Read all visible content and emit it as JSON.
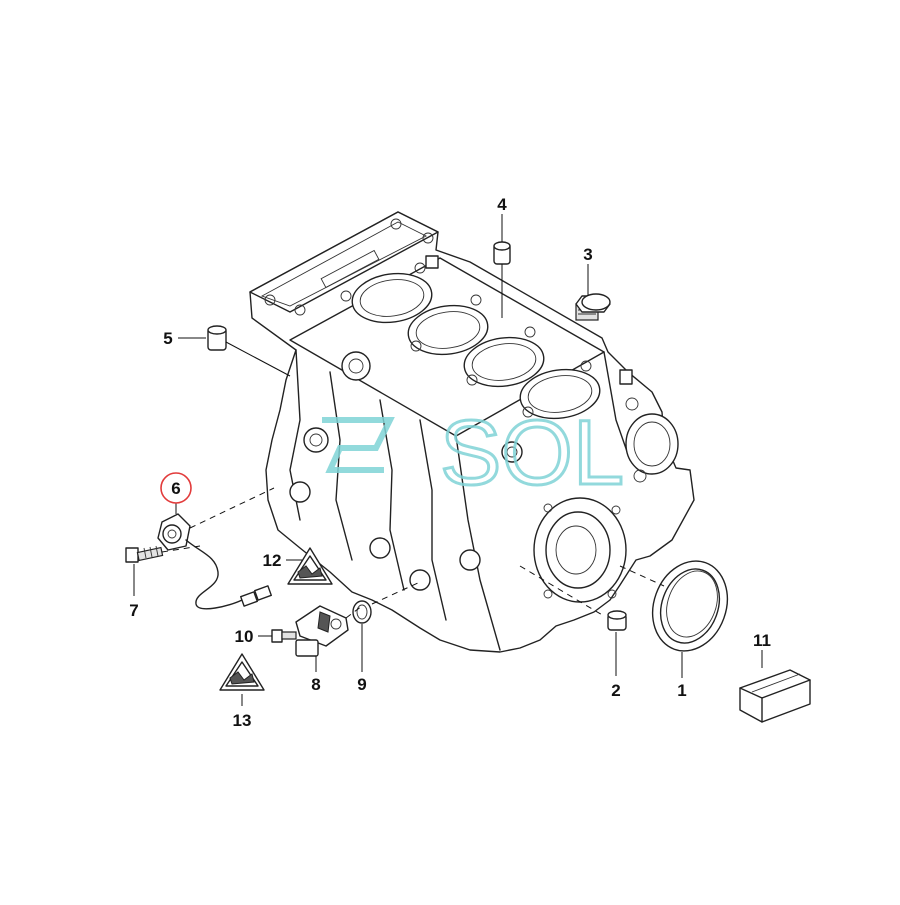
{
  "callouts": [
    {
      "id": "1",
      "label": "1"
    },
    {
      "id": "2",
      "label": "2"
    },
    {
      "id": "3",
      "label": "3"
    },
    {
      "id": "4",
      "label": "4"
    },
    {
      "id": "5",
      "label": "5"
    },
    {
      "id": "6",
      "label": "6"
    },
    {
      "id": "7",
      "label": "7"
    },
    {
      "id": "8",
      "label": "8"
    },
    {
      "id": "9",
      "label": "9"
    },
    {
      "id": "10",
      "label": "10"
    },
    {
      "id": "11",
      "label": "11"
    },
    {
      "id": "12",
      "label": "12"
    },
    {
      "id": "13",
      "label": "13"
    }
  ],
  "highlight": {
    "callout": "6",
    "ring_color": "#e23b3b"
  },
  "watermark": {
    "text": "SOL",
    "color": "#7fd3d6"
  },
  "colors": {
    "line": "#222222",
    "background": "#ffffff"
  }
}
